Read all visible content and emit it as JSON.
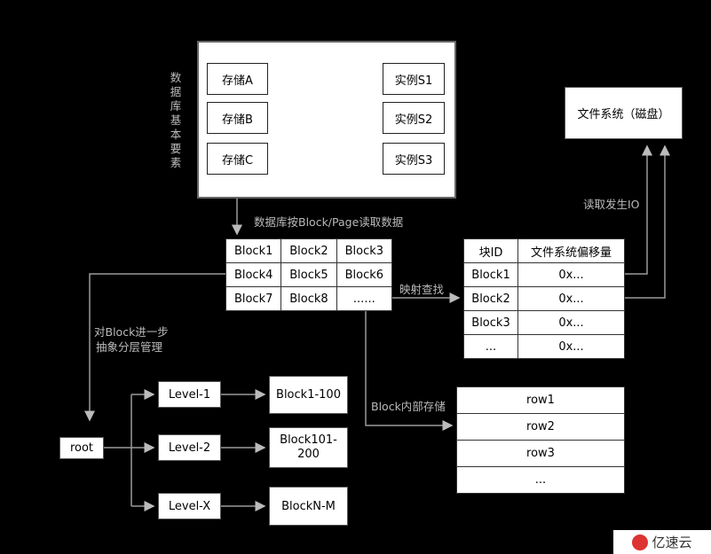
{
  "db_panel": {
    "vertical_label": "数据库基本要素",
    "storage": [
      "存储A",
      "存储B",
      "存储C"
    ],
    "instances": [
      "实例S1",
      "实例S2",
      "实例S3"
    ]
  },
  "fs_box": "文件系统（磁盘）",
  "labels": {
    "read_by_block": "数据库按Block/Page读取数据",
    "read_io": "读取发生IO",
    "map_lookup": "映射查找",
    "abstraction_line1": "对Block进一步",
    "abstraction_line2": "抽象分层管理",
    "block_internal": "Block内部存储"
  },
  "block_grid": [
    [
      "Block1",
      "Block2",
      "Block3"
    ],
    [
      "Block4",
      "Block5",
      "Block6"
    ],
    [
      "Block7",
      "Block8",
      "......"
    ]
  ],
  "mapping_table": {
    "headers": [
      "块ID",
      "文件系统偏移量"
    ],
    "rows": [
      [
        "Block1",
        "0x..."
      ],
      [
        "Block2",
        "0x..."
      ],
      [
        "Block3",
        "0x..."
      ],
      [
        "...",
        "0x..."
      ]
    ]
  },
  "row_table": [
    "row1",
    "row2",
    "row3",
    "..."
  ],
  "tree": {
    "root": "root",
    "levels": [
      "Level-1",
      "Level-2",
      "Level-X"
    ],
    "blocks": [
      "Block1-100",
      "Block101-\n200",
      "BlockN-M"
    ]
  },
  "watermark": "亿速云",
  "colors": {
    "background": "#000000",
    "box_fill": "#ffffff",
    "line": "#9a9a9a",
    "label_text": "#bbbbbb"
  }
}
